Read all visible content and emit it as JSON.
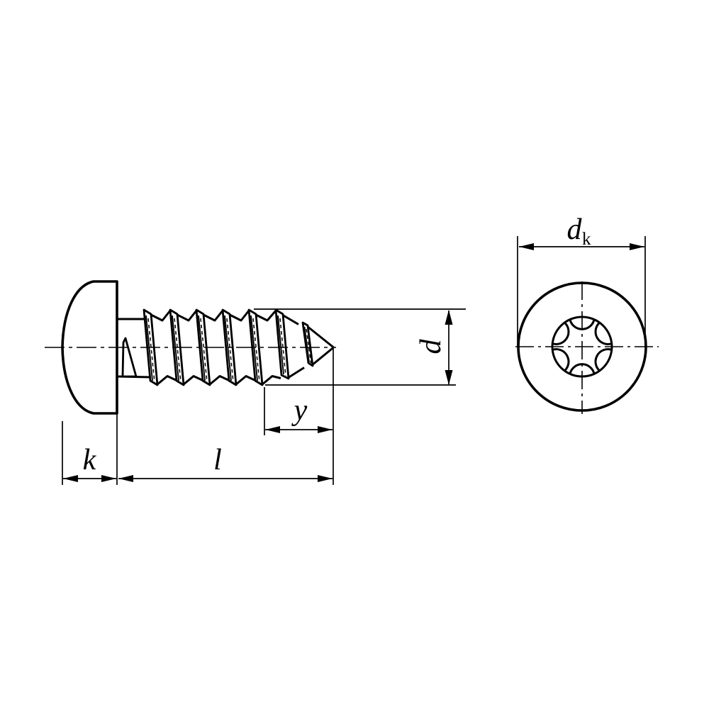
{
  "figure": {
    "type": "technical-drawing",
    "subject": "pan-head self-tapping screw with six-lobe recess, side view and head-end view"
  },
  "labels": {
    "head_diameter": {
      "main": "d",
      "sub": "k"
    },
    "shank_diameter": "d",
    "point_length": "y",
    "head_height": "k",
    "screw_length": "l"
  },
  "colors": {
    "line": "#000000",
    "background": "#ffffff"
  }
}
